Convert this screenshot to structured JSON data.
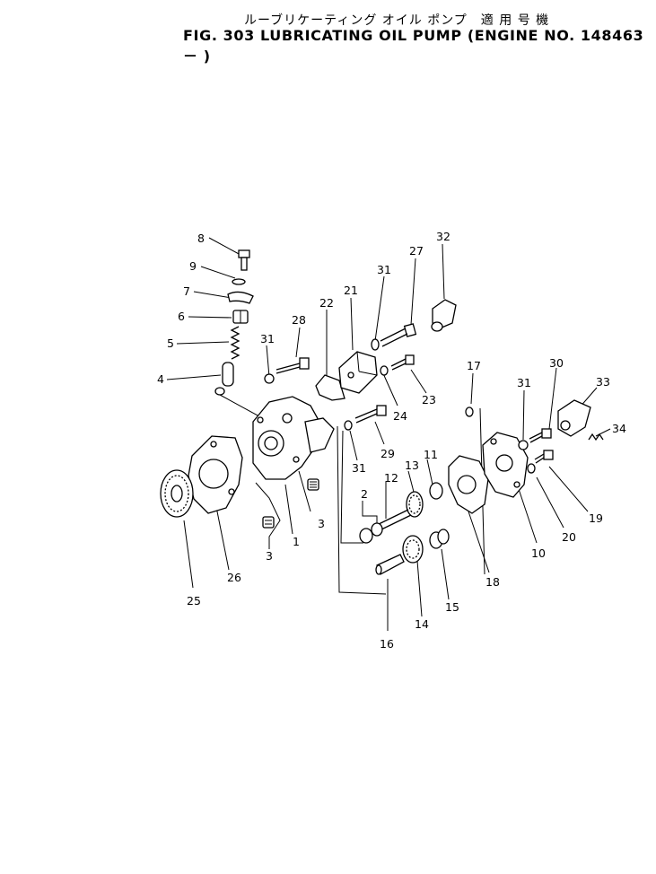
{
  "header": {
    "title_jp": "ルーブリケーティング オイル ポンプ　適 用 号 機",
    "title_en": "FIG. 303  LUBRICATING  OIL  PUMP (ENGINE NO. 148463－ )"
  },
  "callouts": [
    "8",
    "9",
    "7",
    "6",
    "5",
    "4",
    "31",
    "28",
    "22",
    "21",
    "31",
    "27",
    "32",
    "17",
    "31",
    "30",
    "33",
    "34",
    "24",
    "23",
    "29",
    "31",
    "13",
    "11",
    "12",
    "2",
    "3",
    "1",
    "3",
    "26",
    "25",
    "16",
    "14",
    "15",
    "18",
    "10",
    "20",
    "19"
  ]
}
